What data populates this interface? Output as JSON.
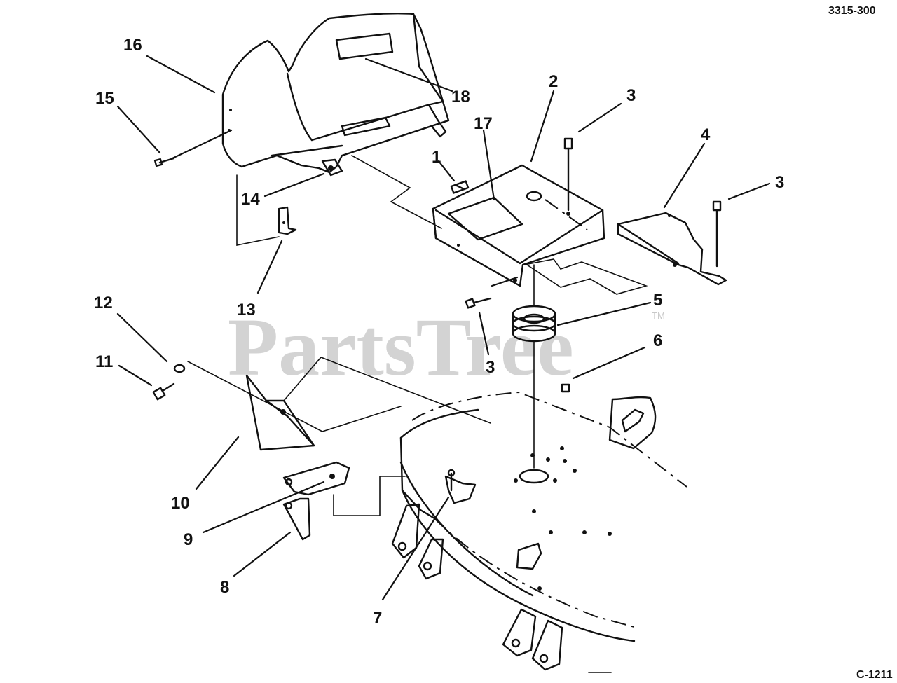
{
  "drawing_number": "3315-300",
  "page_ref": "C-1211",
  "watermark": "PartsTree",
  "watermark_mark": "TM",
  "callouts": [
    {
      "id": "16",
      "text": "16"
    },
    {
      "id": "15",
      "text": "15"
    },
    {
      "id": "18",
      "text": "18"
    },
    {
      "id": "2",
      "text": "2"
    },
    {
      "id": "3a",
      "text": "3"
    },
    {
      "id": "17",
      "text": "17"
    },
    {
      "id": "1",
      "text": "1"
    },
    {
      "id": "4",
      "text": "4"
    },
    {
      "id": "3b",
      "text": "3"
    },
    {
      "id": "14",
      "text": "14"
    },
    {
      "id": "13",
      "text": "13"
    },
    {
      "id": "12",
      "text": "12"
    },
    {
      "id": "5",
      "text": "5"
    },
    {
      "id": "11",
      "text": "11"
    },
    {
      "id": "6",
      "text": "6"
    },
    {
      "id": "3c",
      "text": "3"
    },
    {
      "id": "10",
      "text": "10"
    },
    {
      "id": "9",
      "text": "9"
    },
    {
      "id": "8",
      "text": "8"
    },
    {
      "id": "7",
      "text": "7"
    }
  ]
}
